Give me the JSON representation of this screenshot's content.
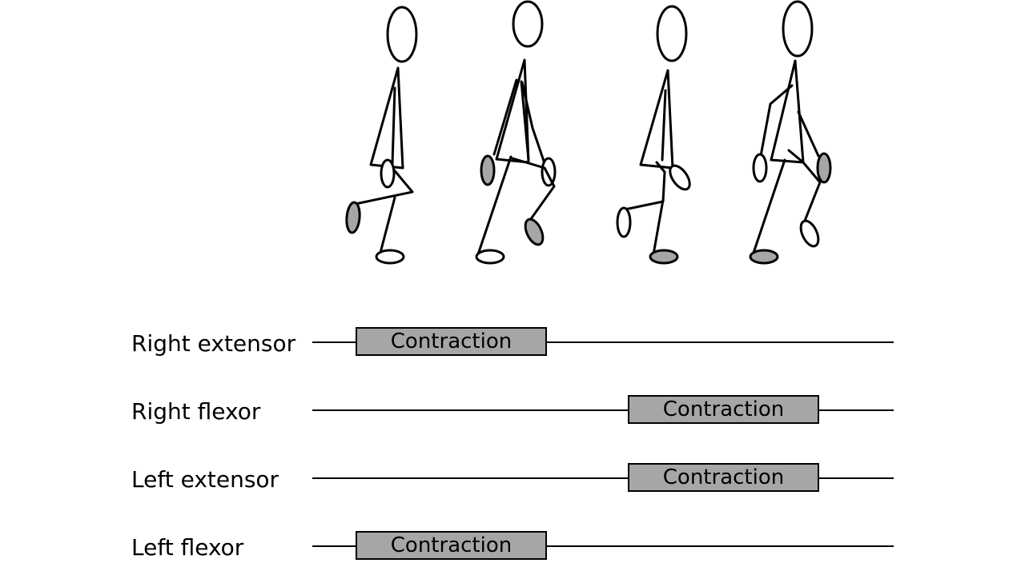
{
  "figures": {
    "fill_highlight": "#a6a6a6",
    "fill_plain": "#ffffff",
    "stroke": "#000000"
  },
  "rows": [
    {
      "label": "Right extensor",
      "contraction_label": "Contraction",
      "phase": "first"
    },
    {
      "label": "Right flexor",
      "contraction_label": "Contraction",
      "phase": "second"
    },
    {
      "label": "Left extensor",
      "contraction_label": "Contraction",
      "phase": "second"
    },
    {
      "label": "Left flexor",
      "contraction_label": "Contraction",
      "phase": "first"
    }
  ]
}
